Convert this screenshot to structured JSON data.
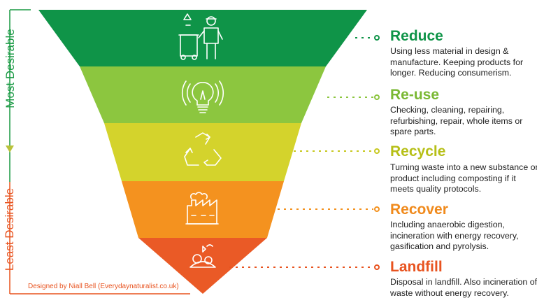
{
  "side": {
    "most_label": "Most Desirable",
    "least_label": "Least Desirable",
    "top_color": "#1a9a44",
    "bottom_color": "#e8531f"
  },
  "tiers": [
    {
      "title": "Reduce",
      "color": "#0f9448",
      "title_color": "#0f9448",
      "description": "Using less material in design & manufacture. Keeping products for longer. Reducing consumerism.",
      "icon": "recycling-worker-icon"
    },
    {
      "title": "Re-use",
      "color": "#8cc63f",
      "title_color": "#7ab833",
      "description": "Checking, cleaning, repairing, refurbishing, repair, whole items or spare parts.",
      "icon": "lightbulb-icon"
    },
    {
      "title": "Recycle",
      "color": "#d4d32c",
      "title_color": "#b6bf17",
      "description": "Turning waste into a new substance or product including composting if it meets quality protocols.",
      "icon": "recycle-icon"
    },
    {
      "title": "Recover",
      "color": "#f4921f",
      "title_color": "#f08a1c",
      "description": "Including anaerobic digestion, incineration with energy recovery, gasification and pyrolysis.",
      "icon": "factory-icon"
    },
    {
      "title": "Landfill",
      "color": "#ea5a26",
      "title_color": "#e8531f",
      "description": "Disposal in landfill. Also incineration of waste without energy recovery.",
      "icon": "waste-pile-icon"
    }
  ],
  "credit": "Designed by Niall Bell (Everydaynaturalist.co.uk)"
}
